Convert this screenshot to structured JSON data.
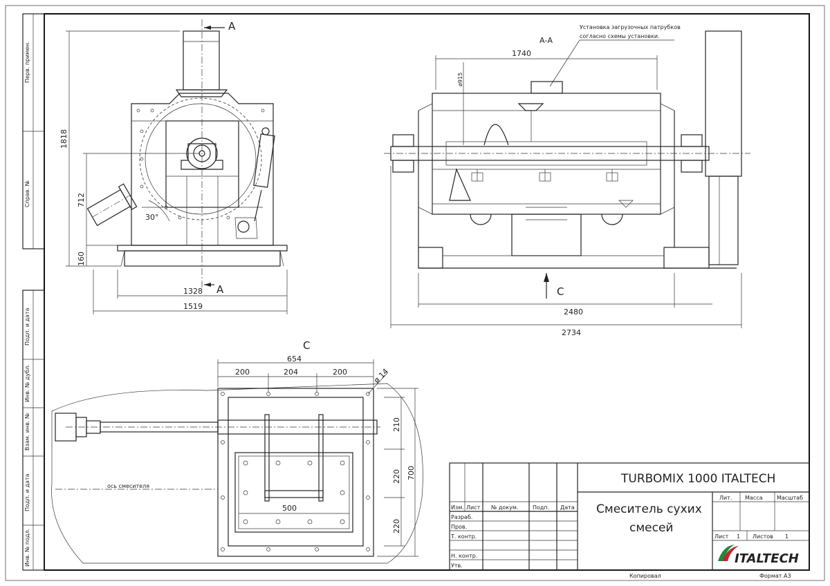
{
  "view_front": {
    "label_top": "A",
    "label_bottom": "A",
    "angle": "30°",
    "dim_1818": "1818",
    "dim_712": "712",
    "dim_160": "160",
    "dim_1328": "1328",
    "dim_1519": "1519"
  },
  "view_section": {
    "title": "А-А",
    "note_line1": "Установка загрузочных патрубков",
    "note_line2": "согласно схемы установки.",
    "dim_1740": "1740",
    "dim_d915": "ø915",
    "dim_2480": "2480",
    "dim_2734": "2734",
    "view_arrow_label": "C"
  },
  "view_c": {
    "title": "C",
    "dim_654": "654",
    "dim_200a": "200",
    "dim_204": "204",
    "dim_200b": "200",
    "dim_d14": "ø 14",
    "dim_210": "210",
    "dim_220a": "220",
    "dim_700": "700",
    "dim_220b": "220",
    "dim_500": "500",
    "axis_label": "ось смесителя"
  },
  "left_strip": {
    "spravka": "Справ. №",
    "perv_primen": "Перв. примен.",
    "podp_data1": "Подп. и дата",
    "inv_dubl": "Инв. № дубл.",
    "vzam_inv": "Взам. инв. №",
    "podp_data2": "Подп. и дата",
    "inv_podl": "Инв. № подл."
  },
  "title_block": {
    "designation": "TURBOMIX 1000 ITALTECH",
    "name_line1": "Смеситель сухих",
    "name_line2": "смесей",
    "col_izm": "Изм.",
    "col_list": "Лист",
    "col_ndokum": "№ докум.",
    "col_podp": "Подп.",
    "col_data": "Дата",
    "row_razrab": "Разраб.",
    "row_prov": "Пров.",
    "row_tkontr": "Т. контр.",
    "row_nkontr": "Н. контр.",
    "row_utv": "Утв.",
    "lit": "Лит.",
    "massa": "Масса",
    "masshtab": "Масштаб",
    "list_label": "Лист",
    "list_value": "1",
    "listov_label": "Листов",
    "listov_value": "1",
    "logo_text": "ITALTECH",
    "kopiroval": "Копировал",
    "format": "Формат А3"
  },
  "colors": {
    "line": "#222222",
    "logo_red": "#c0272d",
    "logo_green": "#1f8a3c"
  }
}
